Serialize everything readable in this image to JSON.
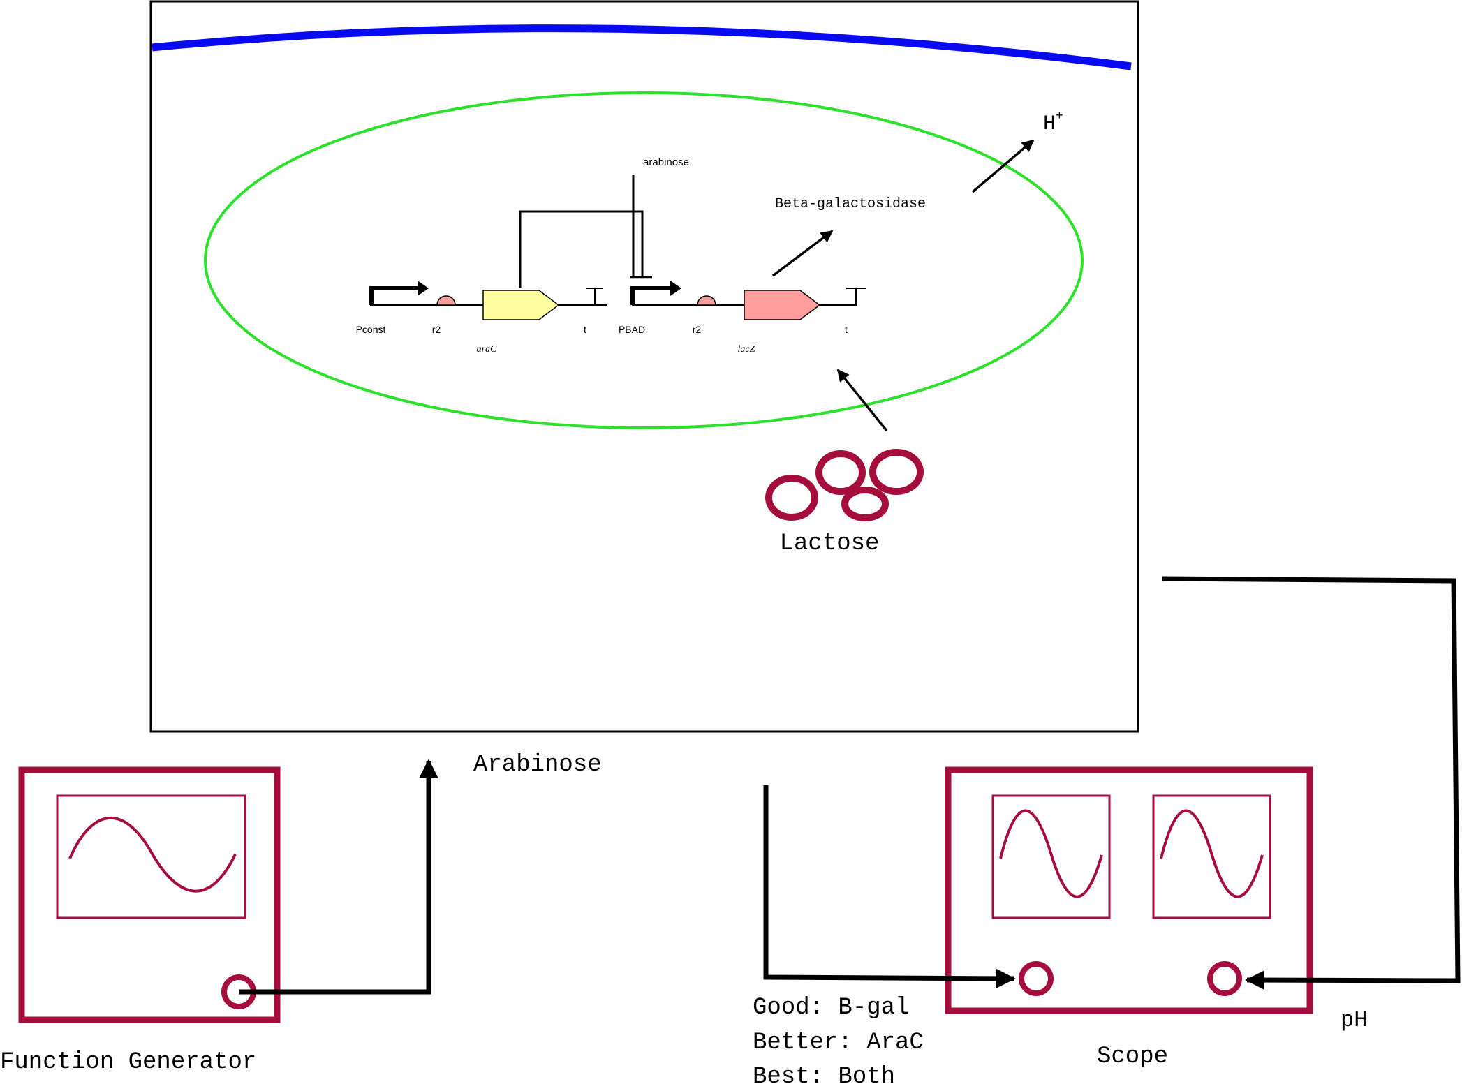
{
  "colors": {
    "membrane": "#0a0af0",
    "cell": "#2ce02c",
    "instrument": "#a50d3c",
    "arac_gene": "#ffffa0",
    "lacz_gene": "#ff9c9c",
    "rbs": "#f4a0a0",
    "wire": "#000000"
  },
  "circuit": {
    "inducer": "arabinose",
    "parts": {
      "pconst": "Pconst",
      "rbs1": "r2",
      "arac": "araC",
      "term1": "t",
      "pbad": "PBAD",
      "rbs2": "r2",
      "lacz": "lacZ",
      "term2": "t"
    },
    "product": "Beta-galactosidase",
    "proton": "H",
    "proton_charge": "+"
  },
  "substrate": {
    "label": "Lactose"
  },
  "input_signal": {
    "label": "Arabinose"
  },
  "function_generator": {
    "label": "Function Generator"
  },
  "scope": {
    "label": "Scope"
  },
  "ph_probe": {
    "label": "pH"
  },
  "readout_options": [
    "Good: B-gal",
    "Better: AraC",
    "Best: Both"
  ],
  "icons": {
    "promoter": "promoter-arrow-icon",
    "rbs": "rbs-icon",
    "terminator": "terminator-icon",
    "molecule": "lactose-molecule-icon",
    "wave": "sine-wave-icon",
    "port": "port-icon"
  }
}
